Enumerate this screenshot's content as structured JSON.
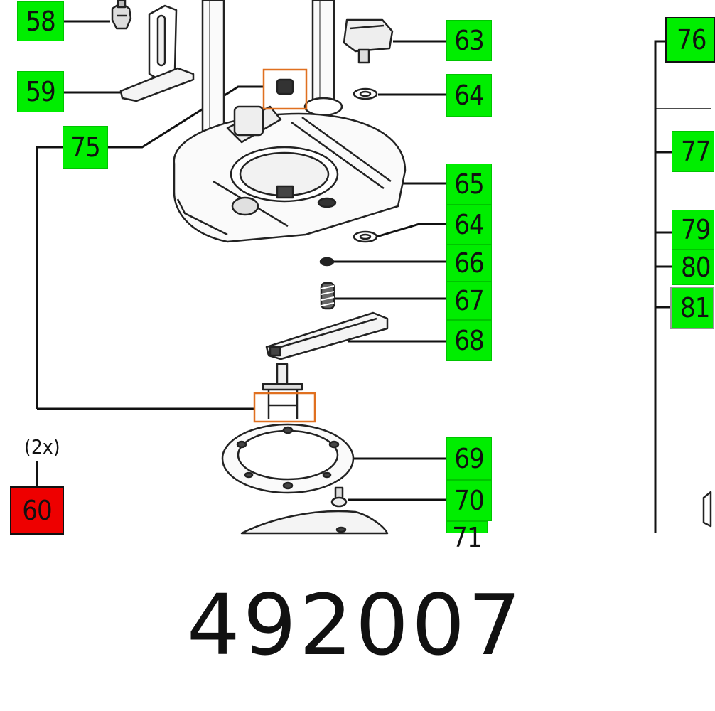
{
  "callouts": {
    "c58": "58",
    "c59": "59",
    "c75": "75",
    "c60": "60",
    "c63": "63",
    "c64a": "64",
    "c65": "65",
    "c64b": "64",
    "c66": "66",
    "c67": "67",
    "c68": "68",
    "c69": "69",
    "c70": "70",
    "c71": "71",
    "c76": "76",
    "c77": "77",
    "c79": "79",
    "c80": "80",
    "c81": "81"
  },
  "quantity_note": "(2x)",
  "part_number": "492007",
  "colors": {
    "callout_green": "#00ee00",
    "highlight_red": "#ee0000",
    "highlight_frame": "#e07020"
  }
}
